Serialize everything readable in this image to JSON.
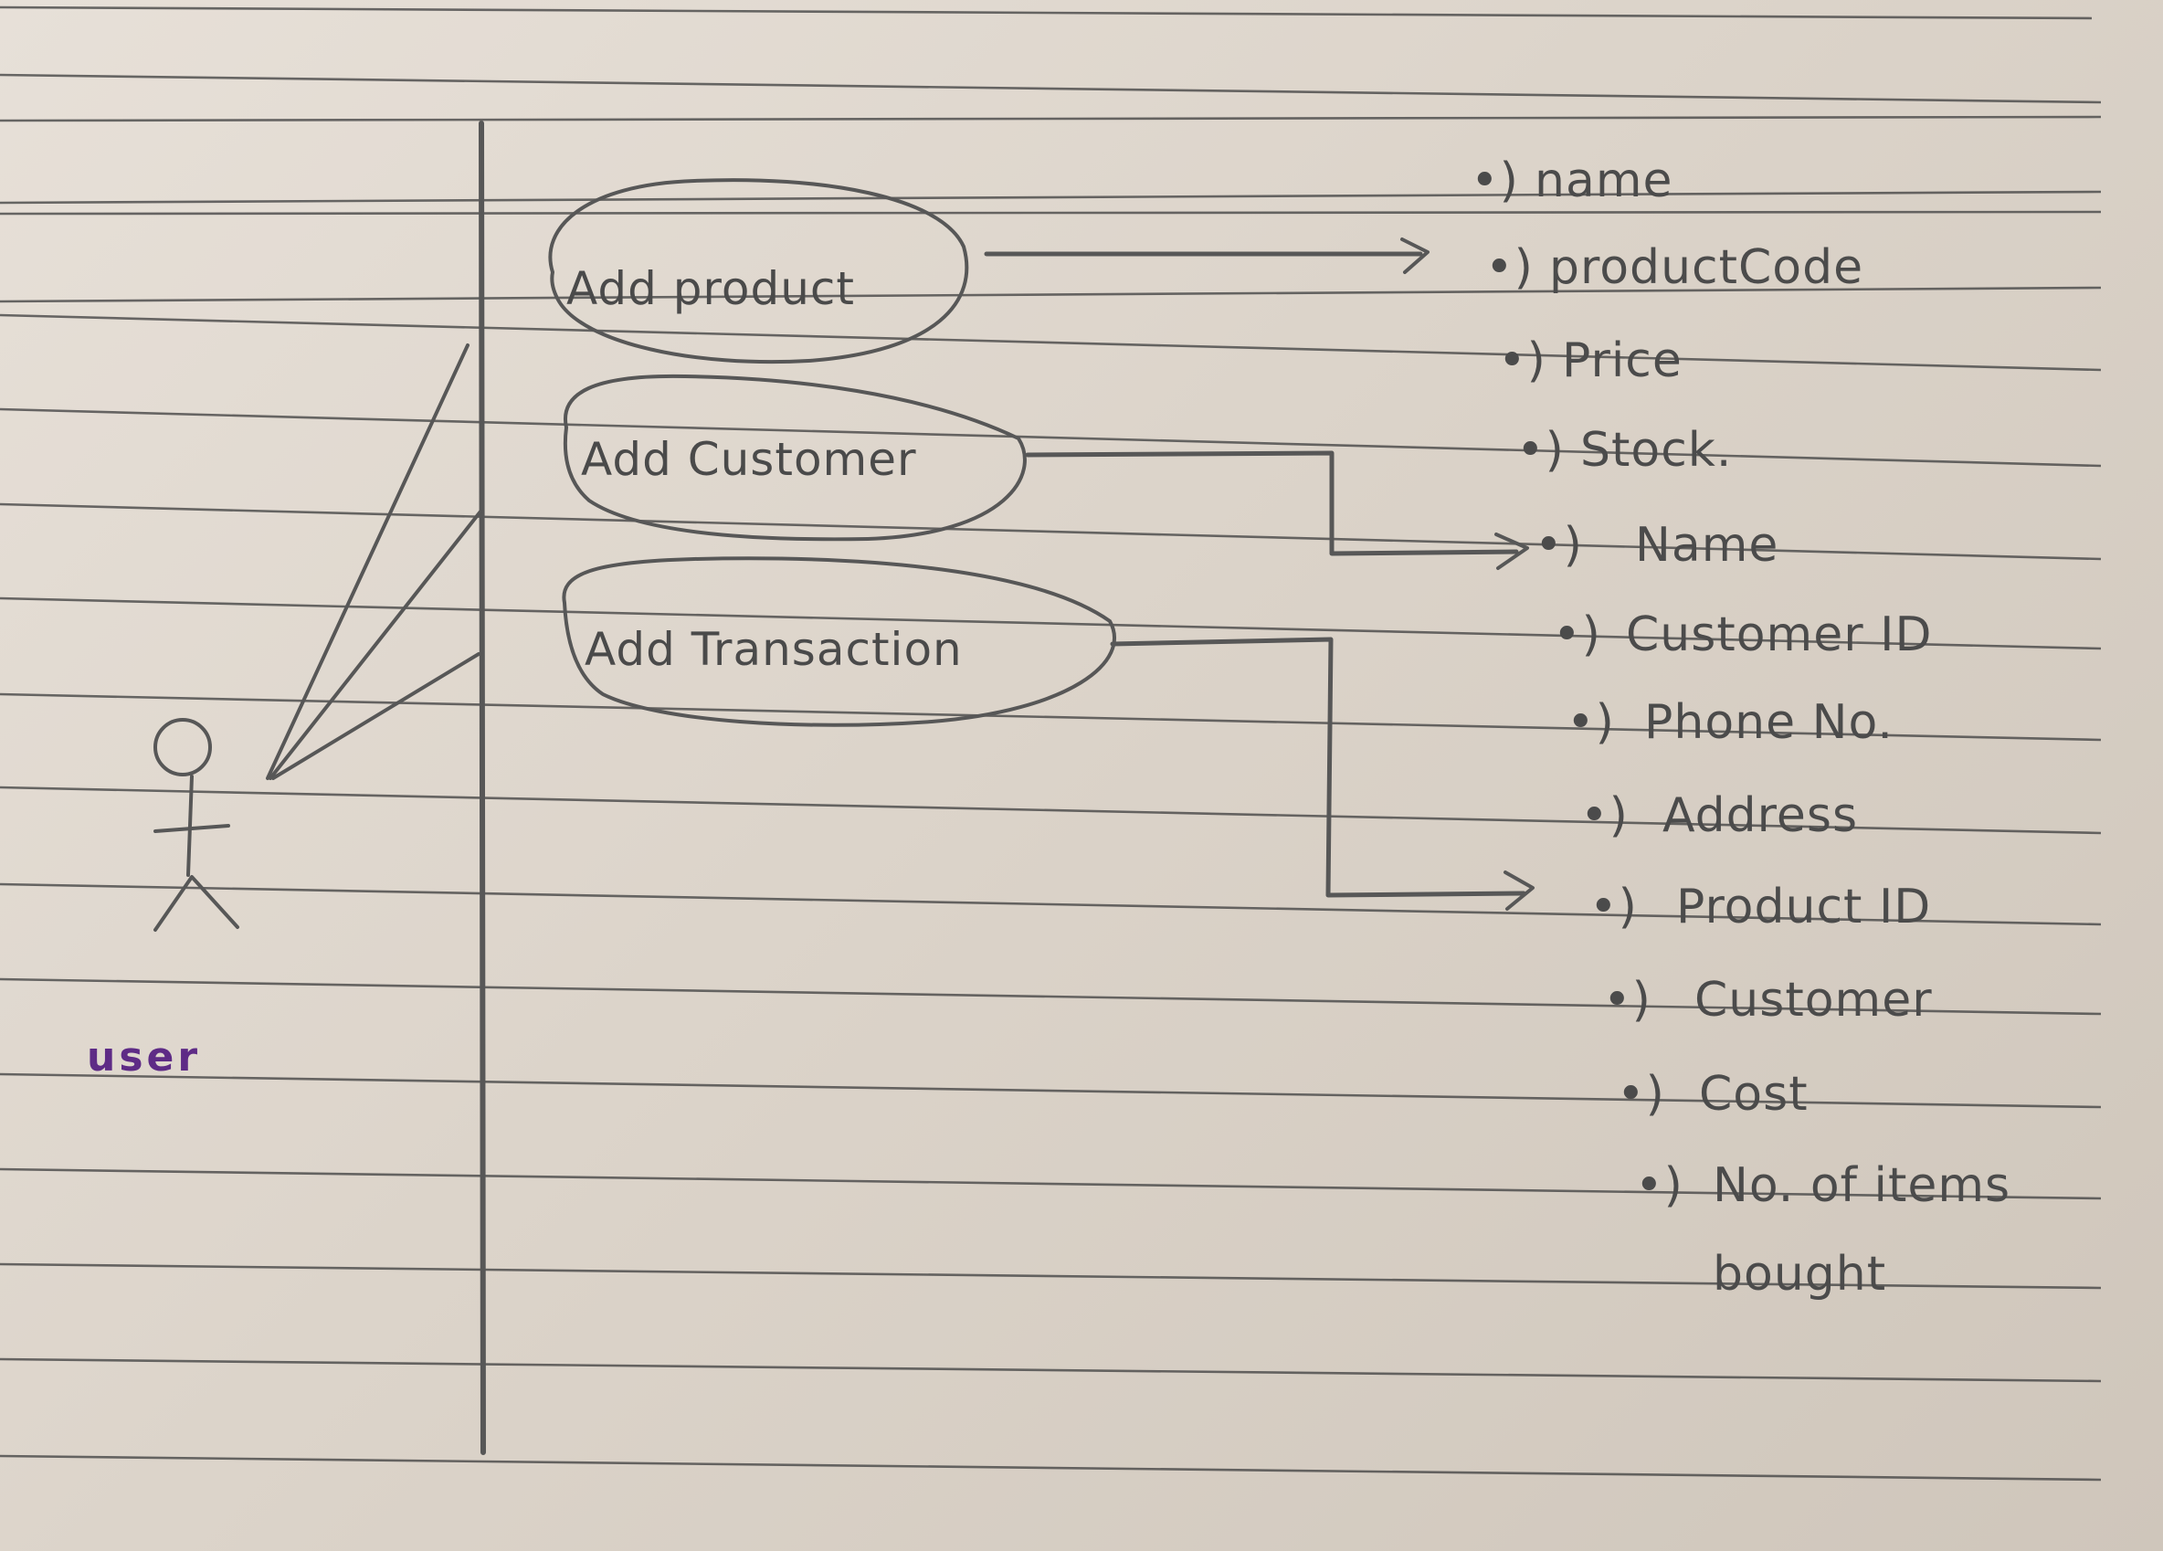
{
  "actor": {
    "label": "user"
  },
  "use_cases": [
    {
      "label": "Add product",
      "attributes": [
        "name",
        "productCode",
        "Price",
        "Stock."
      ]
    },
    {
      "label": "Add Customer",
      "attributes": [
        "Name",
        "Customer ID",
        "Phone No.",
        "Address"
      ]
    },
    {
      "label": "Add Transaction",
      "attributes": [
        "Product ID",
        "Customer",
        "Cost",
        "No. of items",
        "bought"
      ]
    }
  ],
  "bullet_marker": "•)",
  "colors": {
    "pencil": "#575757",
    "actor_label": "#5e2b86",
    "ruled_line": "#474747"
  }
}
